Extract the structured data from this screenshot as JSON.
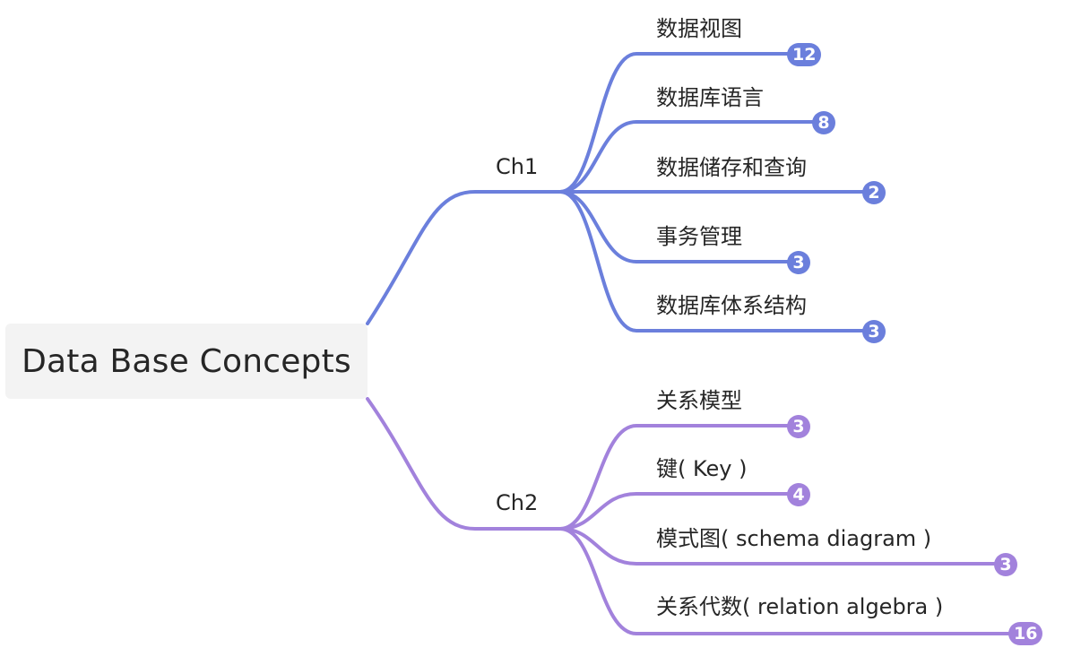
{
  "root": {
    "label": "Data Base Concepts"
  },
  "branches": [
    {
      "label": "Ch1",
      "color": "#6b7fdc",
      "children": [
        {
          "label": "数据视图",
          "count": "12"
        },
        {
          "label": "数据库语言",
          "count": "8"
        },
        {
          "label": "数据储存和查询",
          "count": "2"
        },
        {
          "label": "事务管理",
          "count": "3"
        },
        {
          "label": "数据库体系结构",
          "count": "3"
        }
      ]
    },
    {
      "label": "Ch2",
      "color": "#a282dc",
      "children": [
        {
          "label": "关系模型",
          "count": "3"
        },
        {
          "label": "键( Key )",
          "count": "4"
        },
        {
          "label": "模式图( schema diagram )",
          "count": "3"
        },
        {
          "label": "关系代数( relation algebra )",
          "count": "16"
        }
      ]
    }
  ]
}
